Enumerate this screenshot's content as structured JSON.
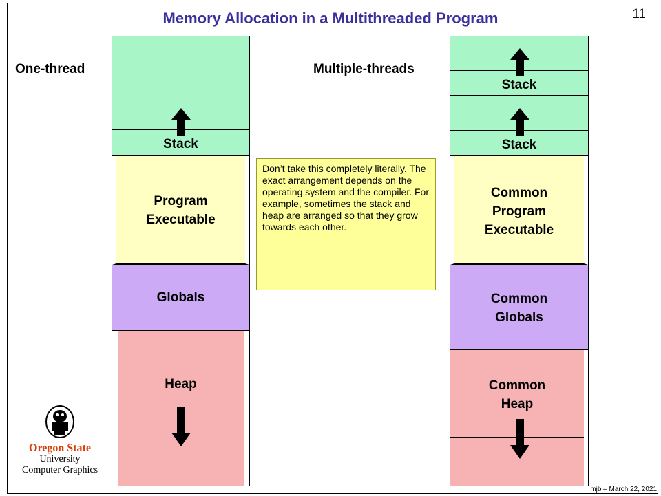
{
  "slide": {
    "title": "Memory Allocation in a Multithreaded Program",
    "number": "11",
    "footer": "mjb – March 22, 2021"
  },
  "labels": {
    "one_thread": "One-thread",
    "multiple_threads": "Multiple-threads"
  },
  "one_thread": {
    "stack": "Stack",
    "program": [
      "Program",
      "Executable"
    ],
    "globals": "Globals",
    "heap": "Heap"
  },
  "multi_thread": {
    "stack_1": "Stack",
    "stack_2": "Stack",
    "program": [
      "Common",
      "Program",
      "Executable"
    ],
    "globals": [
      "Common",
      "Globals"
    ],
    "heap": [
      "Common",
      "Heap"
    ]
  },
  "note": "Don’t take this completely literally.  The exact arrangement depends on the operating system and the compiler.  For example, sometimes the stack and heap are arranged so that they grow towards each other.",
  "logo": {
    "name": "Oregon State",
    "line2": "University",
    "line3": "Computer Graphics"
  },
  "colors": {
    "stack": "#a8f5c8",
    "program": "#ffffc4",
    "globals": "#ccaaf5",
    "heap": "#f7b3b3",
    "title": "#3b2f9b",
    "note": "#ffff99",
    "osu_orange": "#d73f09"
  }
}
